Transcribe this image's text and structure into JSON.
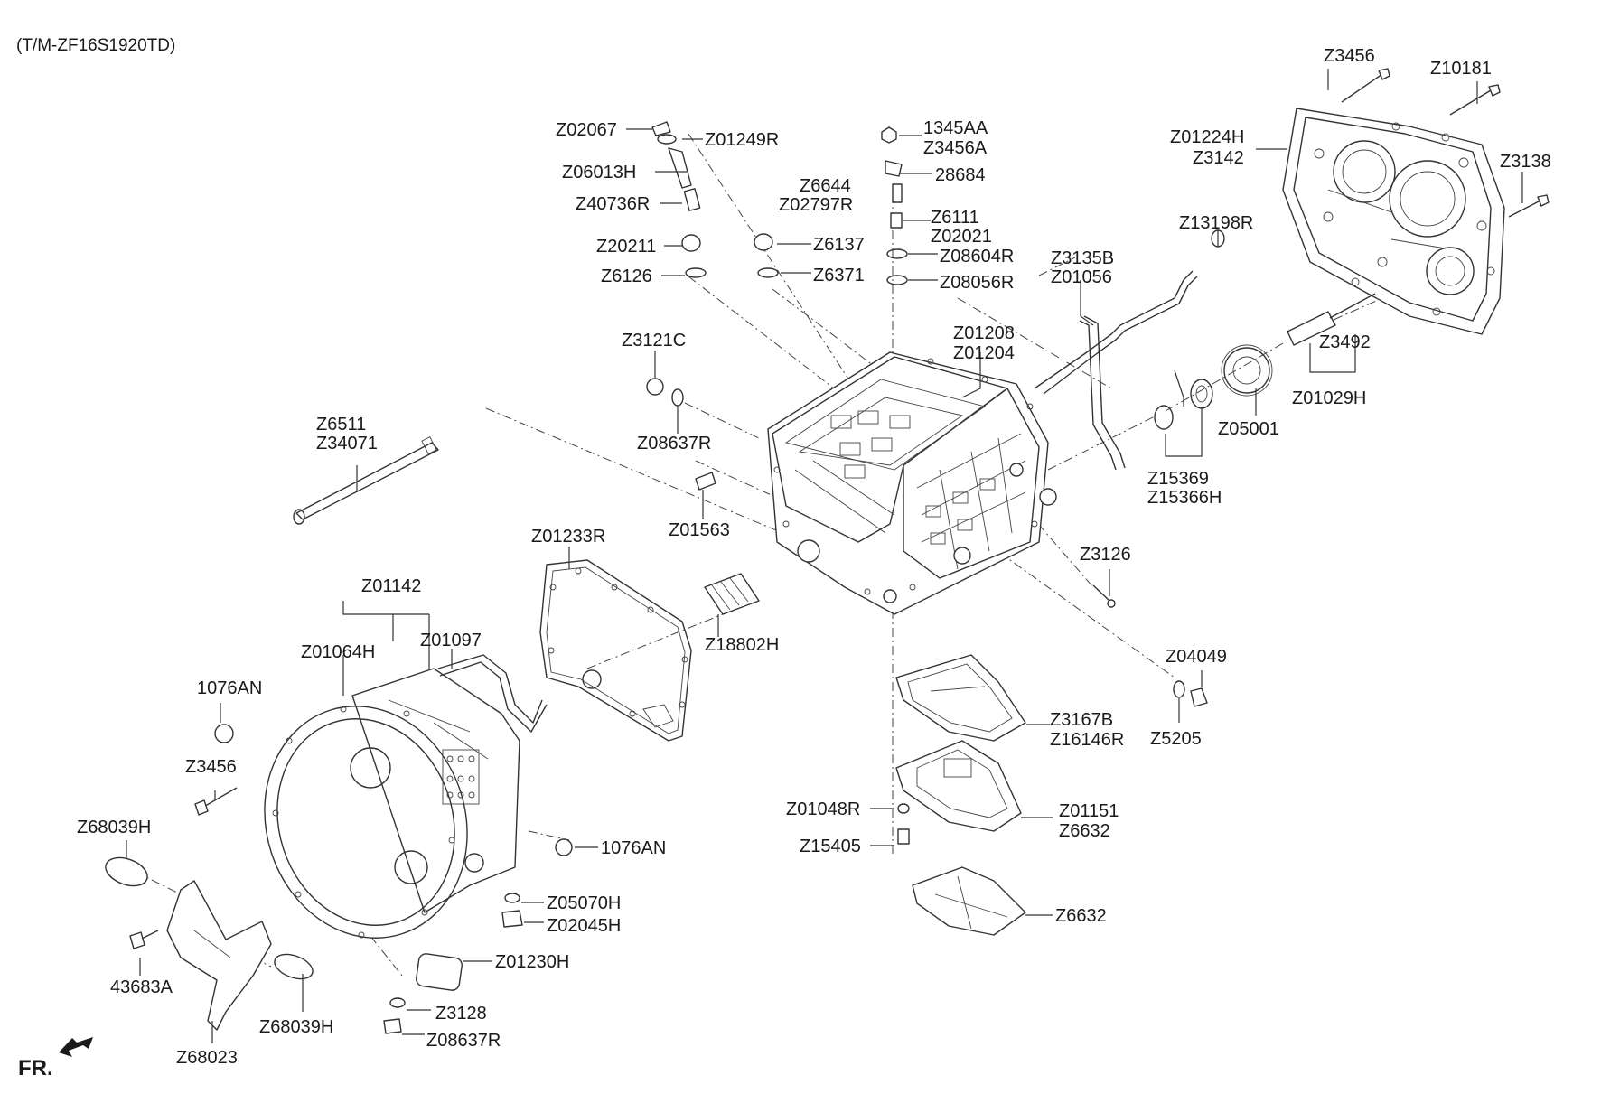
{
  "title": "(T/M-ZF16S1920TD)",
  "direction_label": "FR.",
  "callouts": {
    "z02067": "Z02067",
    "z01249r": "Z01249R",
    "z06013h": "Z06013H",
    "z40736r": "Z40736R",
    "z20211": "Z20211",
    "z6126": "Z6126",
    "z6137": "Z6137",
    "z6371": "Z6371",
    "p1345aa": "1345AA",
    "z3456a": "Z3456A",
    "p28684": "28684",
    "z6644": "Z6644",
    "z02797r": "Z02797R",
    "z6111": "Z6111",
    "z02021": "Z02021",
    "z08604r": "Z08604R",
    "z08056r": "Z08056R",
    "z3135b": "Z3135B",
    "z01056": "Z01056",
    "z13198r": "Z13198R",
    "z3456_top": "Z3456",
    "z10181": "Z10181",
    "z01224h": "Z01224H",
    "z3142": "Z3142",
    "z3138": "Z3138",
    "z3121c": "Z3121C",
    "z08637r_mid": "Z08637R",
    "z01208": "Z01208",
    "z01204": "Z01204",
    "z3492": "Z3492",
    "z01029h": "Z01029H",
    "z05001": "Z05001",
    "z15369": "Z15369",
    "z15366h": "Z15366H",
    "z6511": "Z6511",
    "z34071": "Z34071",
    "z01563": "Z01563",
    "z01233r": "Z01233R",
    "z3126": "Z3126",
    "z18802h": "Z18802H",
    "z01142": "Z01142",
    "z01064h": "Z01064H",
    "z01097": "Z01097",
    "z04049": "Z04049",
    "p1076an_left": "1076AN",
    "z3167b": "Z3167B",
    "z16146r": "Z16146R",
    "z5205": "Z5205",
    "z3456_left": "Z3456",
    "z01048r": "Z01048R",
    "z01151": "Z01151",
    "z6632_mid": "Z6632",
    "z68039h_left": "Z68039H",
    "p1076an_right": "1076AN",
    "z15405": "Z15405",
    "z05070h": "Z05070H",
    "z02045h": "Z02045H",
    "z6632_bottom": "Z6632",
    "p43683a": "43683A",
    "z01230h": "Z01230H",
    "z68039h_bottom": "Z68039H",
    "z3128": "Z3128",
    "z08637r_bottom": "Z08637R",
    "z68023": "Z68023"
  },
  "icons": {
    "direction_arrow": "arrow-icon"
  }
}
